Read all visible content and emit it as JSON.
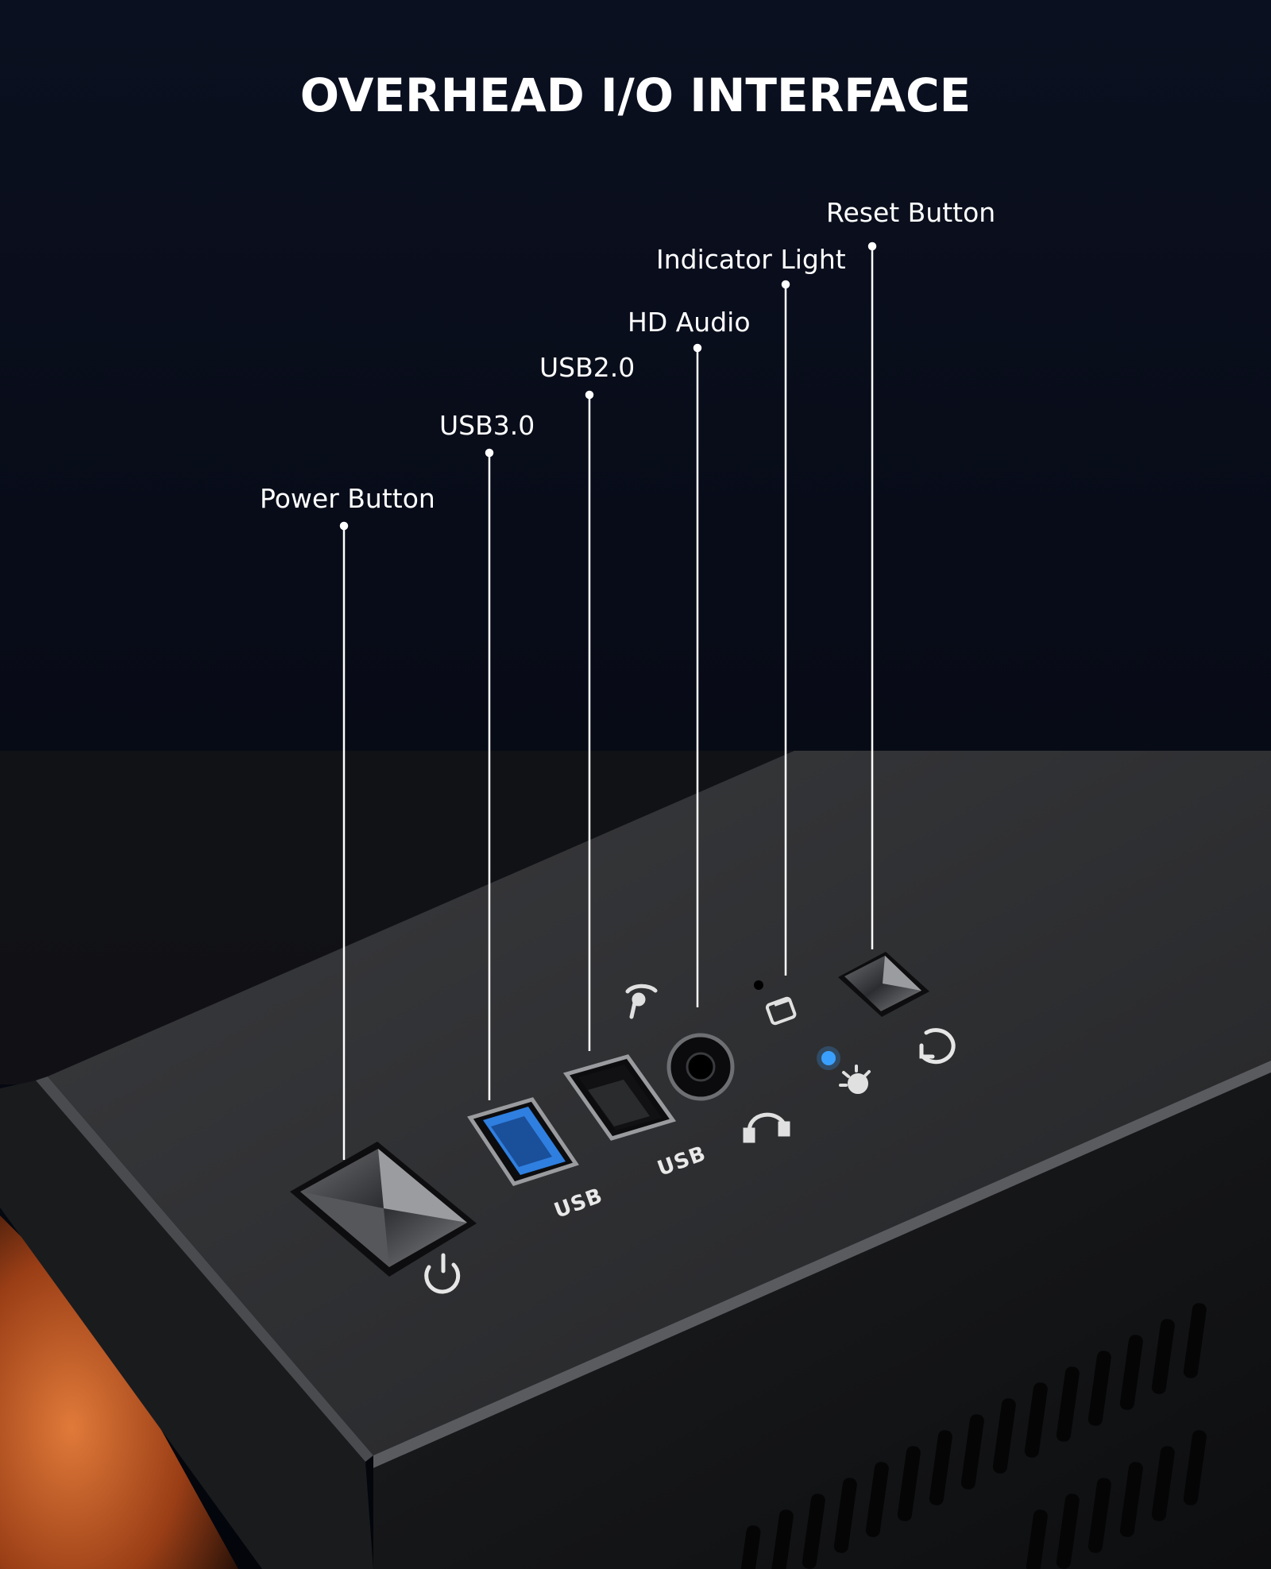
{
  "title": "OVERHEAD I/O INTERFACE",
  "callouts": [
    {
      "id": "power",
      "label": "Power Button"
    },
    {
      "id": "usb3",
      "label": "USB3.0"
    },
    {
      "id": "usb2",
      "label": "USB2.0"
    },
    {
      "id": "audio",
      "label": "HD Audio"
    },
    {
      "id": "indicator",
      "label": "Indicator Light"
    },
    {
      "id": "reset",
      "label": "Reset Button"
    }
  ],
  "port_markings": {
    "usb_a": "USB",
    "usb_b": "USB"
  },
  "colors": {
    "background": "#05070f",
    "case_top": "#2b2c2f",
    "case_side": "#161719",
    "usb3_blue": "#2f7fe0",
    "indicator_led": "#3aa0ff",
    "window_glow": "#c8622a"
  },
  "icons": [
    "power-icon",
    "reset-icon",
    "headphone-icon",
    "microphone-icon",
    "hdd-icon",
    "light-icon"
  ]
}
